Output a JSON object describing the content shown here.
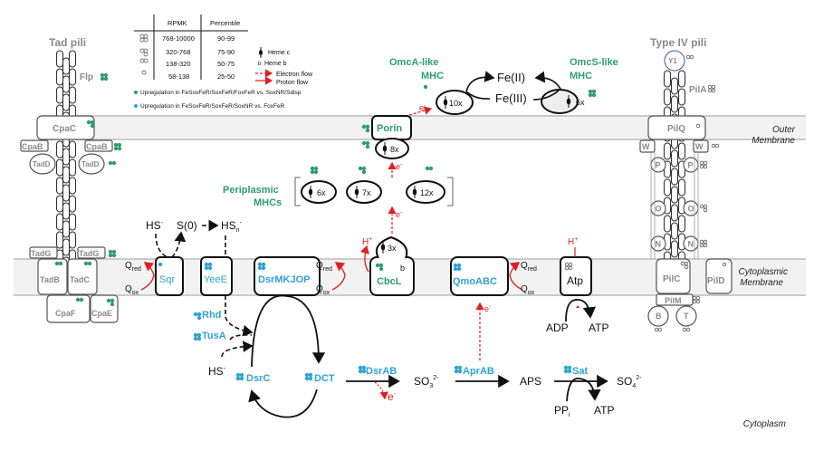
{
  "legend": {
    "headers": [
      "RPMK",
      "Percentile"
    ],
    "rows": [
      {
        "symbol": "four-circles",
        "rpmk": "768-10000",
        "percentile": "90-99"
      },
      {
        "symbol": "three-circles",
        "rpmk": "320-768",
        "percentile": "75-90"
      },
      {
        "symbol": "two-circles",
        "rpmk": "138-320",
        "percentile": "50-75"
      },
      {
        "symbol": "one-circle",
        "rpmk": "58-138",
        "percentile": "25-50"
      }
    ],
    "keys": {
      "heme_c": "Heme c",
      "heme_b_symbol": "b",
      "heme_b": "Heme b",
      "electron_flow": "Electron flow",
      "proton_flow": "Proton flow"
    },
    "upregulation": [
      {
        "color": "#2e9e6e",
        "text": "Upregulation in FeSoxFeR/SoxFeR/FoxFeR vs. SoxNR/Sdisp"
      },
      {
        "color": "#2ea3d5",
        "text": "Upregulation in FeSoxFeR/SoxFeR/SoxNR vs. FoxFeR"
      }
    ]
  },
  "colors": {
    "green": "#2e9e6e",
    "blue": "#2ea3d5",
    "red": "#e02020",
    "gray": "#8a8a8a",
    "membrane": "#f2f2f2"
  },
  "regions": {
    "outer_membrane": [
      "Outer",
      "Membrane"
    ],
    "cytoplasmic_membrane": [
      "Cytoplasmic",
      "Membrane"
    ],
    "cytoplasm": "Cytoplasm"
  },
  "tad_pili": {
    "title": "Tad pili",
    "flp": "Flp",
    "cpaC": "CpaC",
    "cpaB_left": "CpaB",
    "cpaB_right": "CpaB",
    "tadD_left": "TadD",
    "tadD_right": "TadD",
    "tadG_left": "TadG",
    "tadG_right": "TadG",
    "tadB": "TadB",
    "tadC": "TadC",
    "cpaF": "CpaF",
    "cpaE": "CpaE"
  },
  "type4_pili": {
    "title": "Type IV pili",
    "y1": "Y1",
    "pilA": "PilA",
    "pilQ": "PilQ",
    "w": "W",
    "p": "P",
    "o": "O",
    "n": "N",
    "pilC": "PilC",
    "pilD": "PilD",
    "pilM": "PilM",
    "b": "B",
    "t": "T"
  },
  "iron": {
    "omcA_label": [
      "OmcA-like",
      "MHC"
    ],
    "omcS_label": [
      "OmcS-like",
      "MHC"
    ],
    "fe2": "Fe(II)",
    "fe3": "Fe(III)",
    "omcA_hemes": "10x",
    "omcS_hemes": "6x",
    "porin": "Porin",
    "porin_hemes": "8x",
    "periplasmic_label": [
      "Periplasmic",
      "MHCs"
    ],
    "peri_hemes": [
      "6x",
      "7x",
      "12x"
    ],
    "cbcL_hemes": "3x",
    "electron": "e",
    "electron_sup": "-"
  },
  "membrane_proteins": {
    "sqr": "Sqr",
    "yeeE": "YeeE",
    "dsrMKJOP": "DsrMKJOP",
    "cbcL": "CbcL",
    "cbcL_heme_b": "b",
    "qmoABC": "QmoABC",
    "atp": "Atp"
  },
  "quinones": {
    "q": "Q",
    "red": "red",
    "ox": "ox"
  },
  "sulfur": {
    "hs": "HS",
    "hs_sup": "-",
    "s0": "S(0)",
    "hsn": "HS",
    "hsn_sub": "n",
    "rhd": "Rhd",
    "tusA": "TusA",
    "dsrC": "DsrC",
    "dct": "DCT",
    "dsrAB": "DsrAB",
    "so3": "SO",
    "so3_sub": "3",
    "so3_sup": "2-",
    "aprAB": "AprAB",
    "aps": "APS",
    "sat": "Sat",
    "so4": "SO",
    "so4_sub": "4",
    "so4_sup": "2-",
    "ppi": "PP",
    "ppi_sub": "i",
    "atp_sat": "ATP",
    "adp": "ADP",
    "atp_syn": "ATP",
    "h_plus": "H",
    "h_sup": "+"
  }
}
